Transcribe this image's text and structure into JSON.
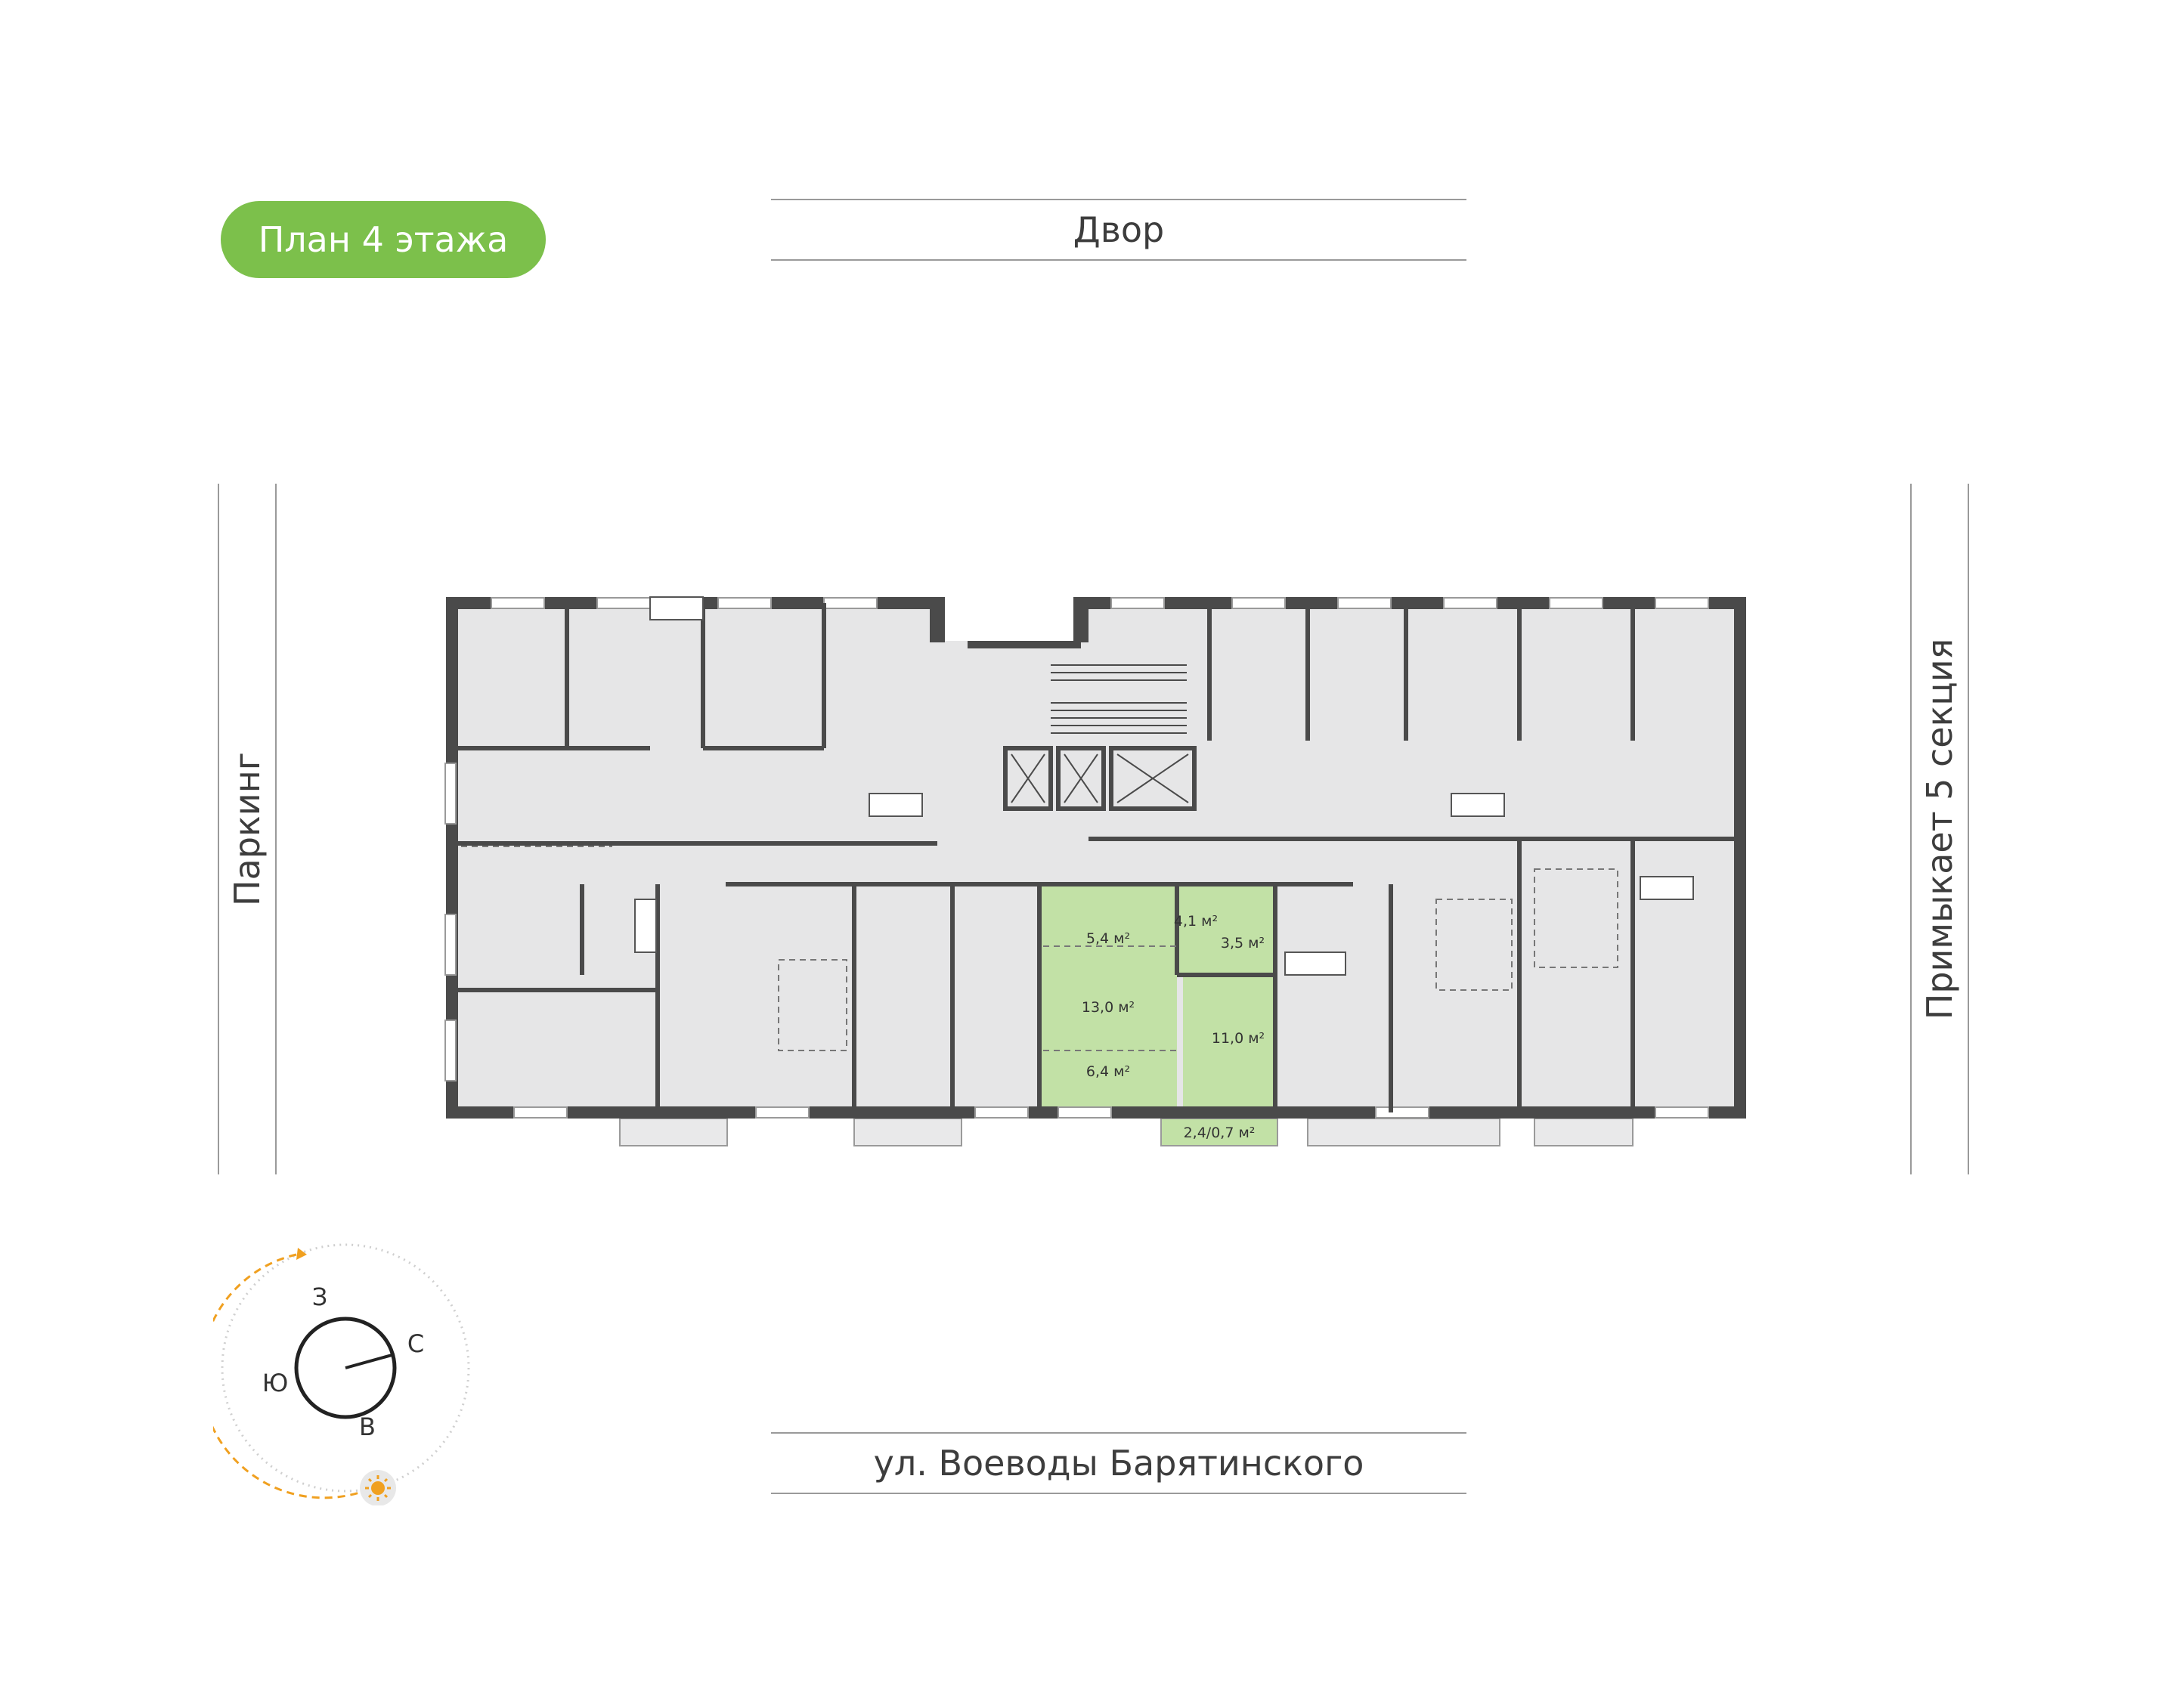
{
  "header": {
    "floor_badge": "План 4 этажа"
  },
  "surroundings": {
    "top": "Двор",
    "bottom": "ул. Воеводы Барятинского",
    "left": "Паркинг",
    "right": "Примыкает 5 секция"
  },
  "apartment": {
    "highlight_color": "#c2e1a6",
    "rooms": [
      {
        "id": "kitchen",
        "area": "5,4 м²"
      },
      {
        "id": "room-large",
        "area": "13,0 м²"
      },
      {
        "id": "room-small",
        "area": "6,4 м²"
      },
      {
        "id": "hall",
        "area": "4,1 м²"
      },
      {
        "id": "bathroom",
        "area": "3,5 м²"
      },
      {
        "id": "bedroom",
        "area": "11,0 м²"
      },
      {
        "id": "balcony",
        "area": "2,4/0,7 м²"
      }
    ]
  },
  "compass": {
    "labels": {
      "west": "З",
      "north": "С",
      "south": "Ю",
      "east": "В"
    },
    "sun_path_color": "#f0a020",
    "sun_icon": "sun-icon"
  },
  "colors": {
    "accent": "#7cc04b",
    "wall": "#4a4a4a",
    "room_fill": "#e6e6e7"
  }
}
